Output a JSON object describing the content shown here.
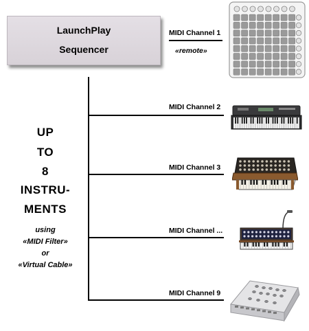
{
  "sequencer": {
    "line1": "LaunchPlay",
    "line2": "Sequencer"
  },
  "channels": [
    {
      "label": "MIDI Channel 1",
      "sub": "«remote»",
      "device": "launchpad-controller"
    },
    {
      "label": "MIDI Channel 2",
      "device": "synth-keyboard"
    },
    {
      "label": "MIDI Channel 3",
      "device": "modular-synth"
    },
    {
      "label": "MIDI Channel ...",
      "device": "analog-synth"
    },
    {
      "label": "MIDI Channel 9",
      "device": "drum-machine"
    }
  ],
  "side_text": {
    "l1": "UP",
    "l2": "TO",
    "l3": "8",
    "l4": "INSTRU-",
    "l5": "MENTS",
    "s1": "using",
    "s2": "«MIDI Filter»",
    "s3": "or",
    "s4": "«Virtual Cable»"
  },
  "colors": {
    "box": "#dcd6dc",
    "line": "#000000"
  }
}
